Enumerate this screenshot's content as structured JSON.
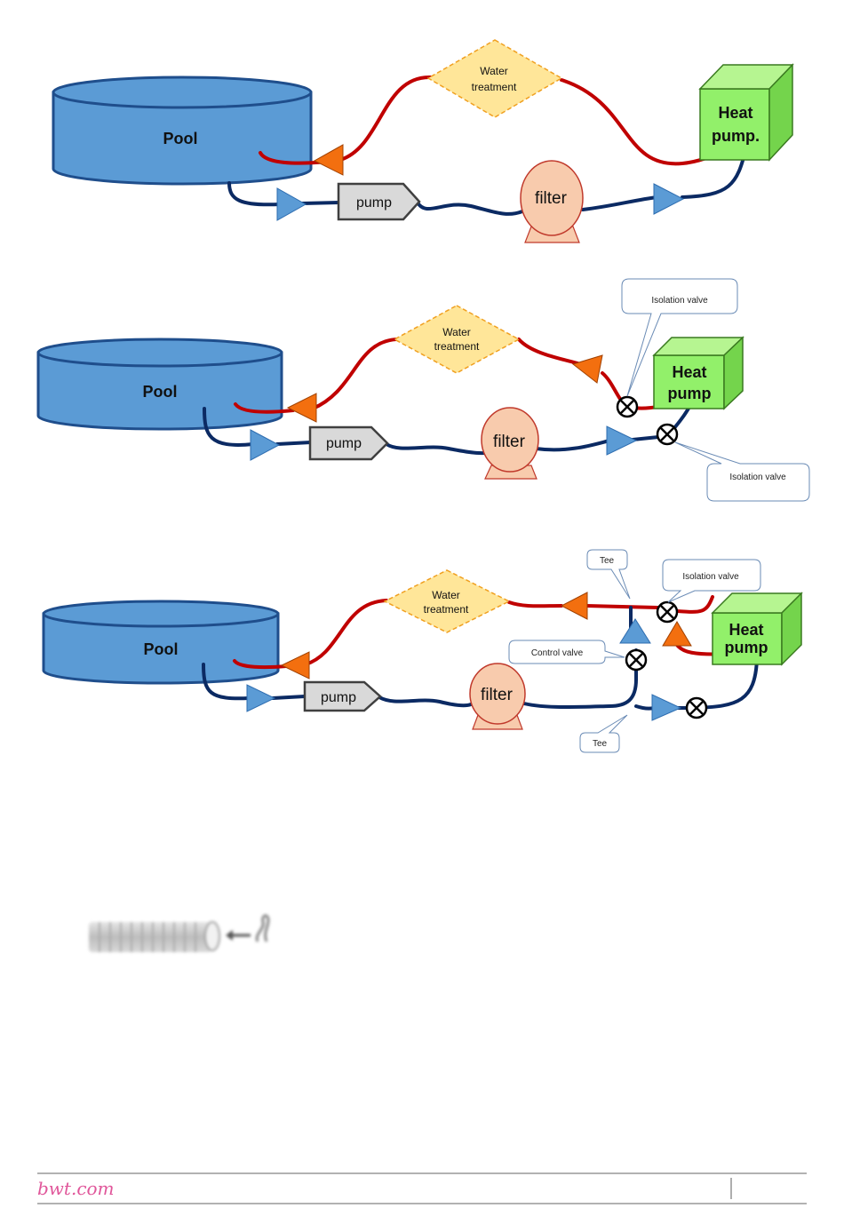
{
  "diagrams": [
    {
      "pool": "Pool",
      "water_treatment": [
        "Water",
        "treatment"
      ],
      "heat_pump": [
        "Heat",
        "pump."
      ],
      "pump": "pump",
      "filter": "filter"
    },
    {
      "pool": "Pool",
      "water_treatment": [
        "Water",
        "treatment"
      ],
      "heat_pump": [
        "Heat",
        "pump"
      ],
      "pump": "pump",
      "filter": "filter",
      "callout_top": "Isolation valve",
      "callout_bottom": "Isolation valve"
    },
    {
      "pool": "Pool",
      "water_treatment": [
        "Water",
        "treatment"
      ],
      "heat_pump": [
        "Heat",
        "pump"
      ],
      "pump": "pump",
      "filter": "filter",
      "callout_tee_top": "Tee",
      "callout_isolation": "Isolation valve",
      "callout_control": "Control valve",
      "callout_tee_bottom": "Tee"
    }
  ],
  "footer": {
    "site": "bwt.com"
  },
  "colors": {
    "pool": "#5b9bd5",
    "hot_pipe": "#c00000",
    "cold_pipe": "#0b2a63",
    "heat_pump": "#92f06a",
    "water_treatment": "#ffe699",
    "filter": "#f8cbad",
    "arrow_blue": "#5b9bd5",
    "arrow_orange": "#f36f0f"
  }
}
